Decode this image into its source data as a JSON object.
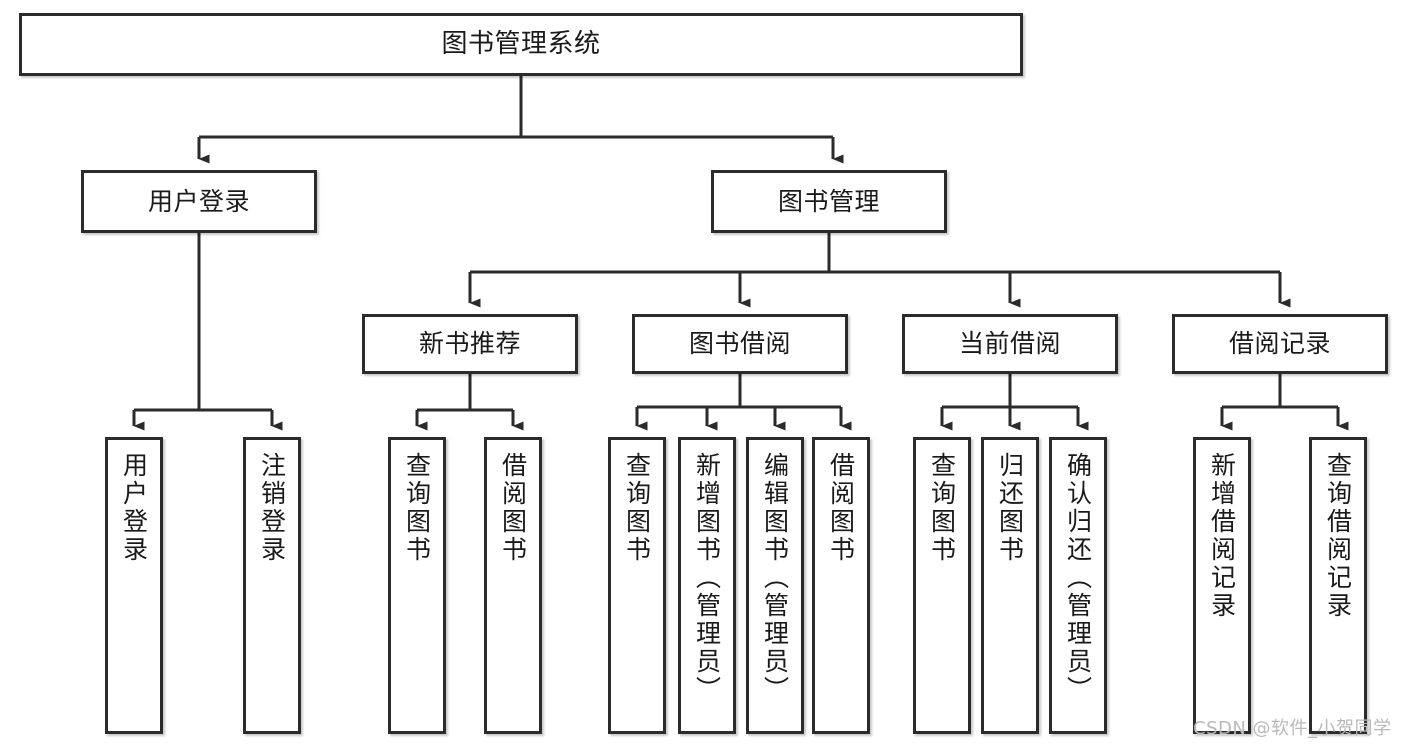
{
  "diagram": {
    "type": "tree-hierarchy",
    "title": "图书管理系统",
    "watermark": "CSDN @软件_小贺同学",
    "colors": {
      "box_border": "#2b2b2b",
      "box_fill": "#ffffff",
      "connector": "#2b2b2b",
      "text": "#1a1a1a",
      "watermark": "#b9b9b9"
    },
    "nodes": {
      "root": {
        "label": "图书管理系统",
        "level": 1
      },
      "l2": [
        {
          "label": "用户登录",
          "level": 2
        },
        {
          "label": "图书管理",
          "level": 2
        }
      ],
      "l3": [
        {
          "label": "新书推荐",
          "level": 3
        },
        {
          "label": "图书借阅",
          "level": 3
        },
        {
          "label": "当前借阅",
          "level": 3
        },
        {
          "label": "借阅记录",
          "level": 3
        }
      ],
      "leaves": {
        "user_login": [
          {
            "label": "用户登录"
          },
          {
            "label": "注销登录"
          }
        ],
        "new_book_recommend": [
          {
            "label": "查询图书"
          },
          {
            "label": "借阅图书"
          }
        ],
        "book_borrow": [
          {
            "label": "查询图书"
          },
          {
            "label": "新增图书（管理员）"
          },
          {
            "label": "编辑图书（管理员）"
          },
          {
            "label": "借阅图书"
          }
        ],
        "current_borrow": [
          {
            "label": "查询图书"
          },
          {
            "label": "归还图书"
          },
          {
            "label": "确认归还（管理员）"
          }
        ],
        "borrow_record": [
          {
            "label": "新增借阅记录"
          },
          {
            "label": "查询借阅记录"
          }
        ]
      }
    }
  }
}
